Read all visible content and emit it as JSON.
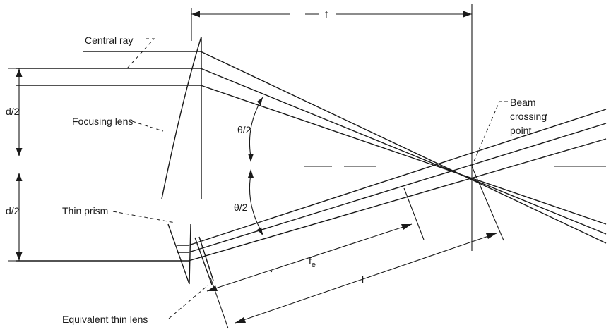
{
  "labels": {
    "focal_length": "f",
    "central_ray": "Central ray",
    "focusing_lens": "Focusing lens",
    "thin_prism": "Thin prism",
    "half_separation_upper": "d/2",
    "half_separation_lower": "d/2",
    "half_angle_upper": "θ/2",
    "half_angle_lower": "θ/2",
    "beam_crossing_line1": "Beam",
    "beam_crossing_line2": "crossing",
    "beam_crossing_line3": "point",
    "effective_focal_length_base": "f",
    "effective_focal_length_sub": "e",
    "distance_l": "l",
    "equivalent_thin_lens": "Equivalent thin lens"
  }
}
